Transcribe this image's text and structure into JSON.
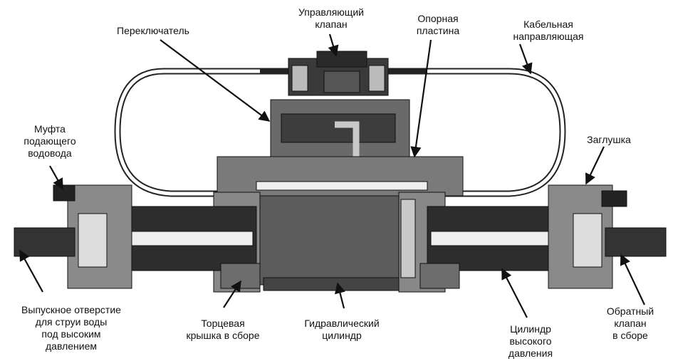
{
  "diagram": {
    "labels": {
      "control_valve": "Управляющий\nклапан",
      "switch": "Переключатель",
      "support_plate": "Опорная\nпластина",
      "cable_guide": "Кабельная\nнаправляющая",
      "water_inlet_coupling": "Муфта\nподающего\nводовода",
      "plug": "Заглушка",
      "outlet": "Выпускное отверстие\nдля струи воды\nпод высоким\nдавлением",
      "end_cap": "Торцевая\nкрышка в сборе",
      "hydraulic_cylinder": "Гидравлический\nцилиндр",
      "hp_cylinder": "Цилиндр\nвысокого\nдавления",
      "check_valve": "Обратный\nклапан\nв сборе"
    }
  }
}
